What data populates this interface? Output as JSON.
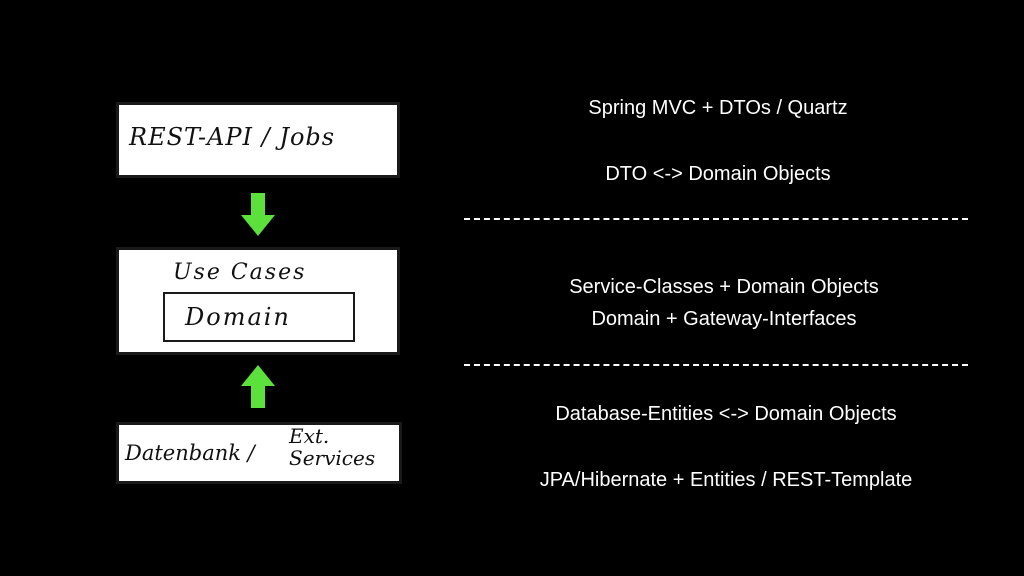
{
  "diagram": {
    "boxes": {
      "top": "REST-API / Jobs",
      "middle_outer": "Use Cases",
      "middle_inner": "Domain",
      "bottom_left": "Datenbank /",
      "bottom_right_1": "Ext.",
      "bottom_right_2": "Services"
    },
    "arrow_color": "#5ce03c"
  },
  "descriptions": {
    "line1": "Spring MVC + DTOs / Quartz",
    "line2": "DTO <-> Domain Objects",
    "line3": "Service-Classes + Domain Objects",
    "line4": "Domain + Gateway-Interfaces",
    "line5": "Database-Entities <-> Domain Objects",
    "line6": "JPA/Hibernate + Entities / REST-Template"
  }
}
